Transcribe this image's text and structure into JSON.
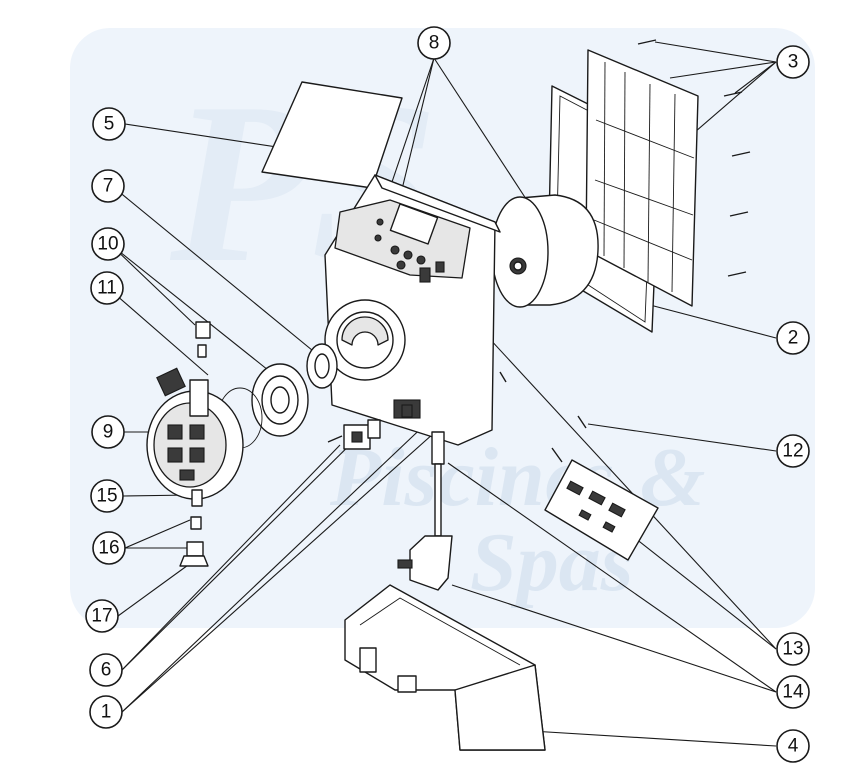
{
  "watermark": {
    "line1": "Piscines",
    "amp": "&",
    "line2": "Spas",
    "monogram": "PS"
  },
  "colors": {
    "watermark_panel": "#eef4fb",
    "watermark_text": "#dbe6f2",
    "line": "#1a1a1a"
  },
  "callouts": [
    "8",
    "3",
    "5",
    "7",
    "10",
    "11",
    "2",
    "9",
    "12",
    "15",
    "16",
    "17",
    "6",
    "13",
    "14",
    "1",
    "4"
  ]
}
